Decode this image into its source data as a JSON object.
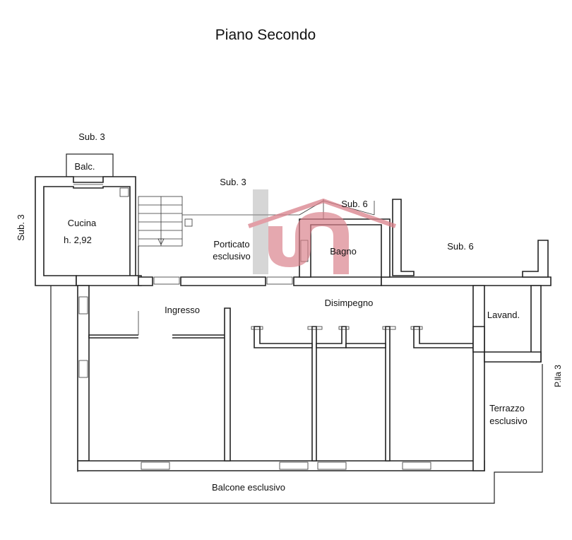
{
  "title": "Piano Secondo",
  "labels": {
    "sub3_top": "Sub. 3",
    "balc": "Balc.",
    "sub3_left": "Sub. 3",
    "cucina": "Cucina",
    "cucina_height": "h. 2,92",
    "sub3_mid": "Sub. 3",
    "sub6_mid": "Sub. 6",
    "porticato_1": "Porticato",
    "porticato_2": "esclusivo",
    "bagno": "Bagno",
    "sub6_right": "Sub. 6",
    "ingresso": "Ingresso",
    "disimpegno": "Disimpegno",
    "lavand": "Lavand.",
    "terrazzo_1": "Terrazzo",
    "terrazzo_2": "esclusivo",
    "plla3": "P.lla 3",
    "balcone": "Balcone esclusivo"
  },
  "colors": {
    "ink": "#222222",
    "watermark": "#d9808a",
    "watermark_grey": "#9a9a9a"
  },
  "icons": {
    "watermark": "agency-logo-watermark"
  }
}
